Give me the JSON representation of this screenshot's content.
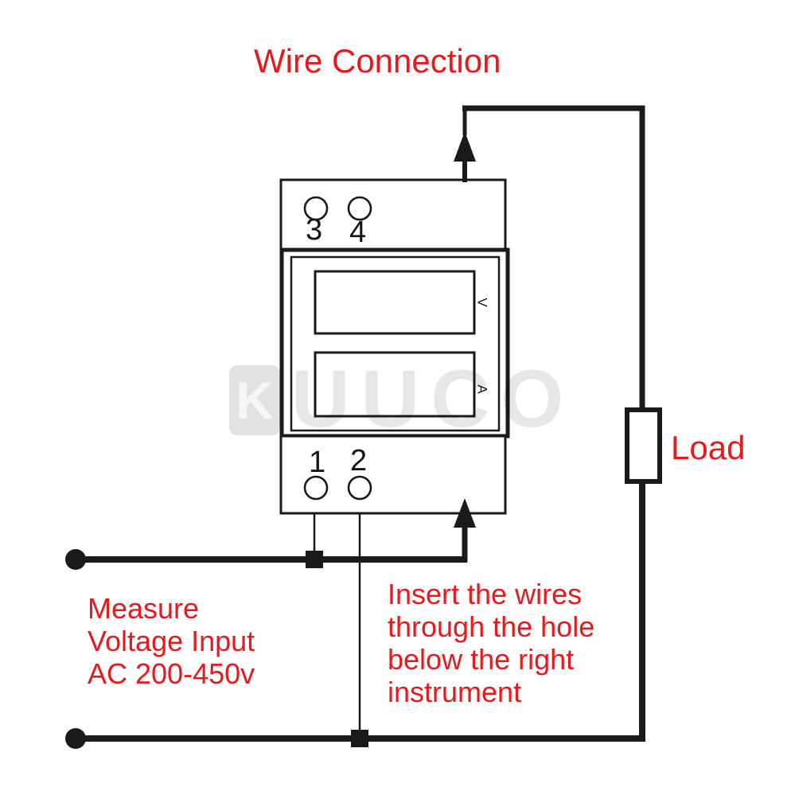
{
  "title": "Wire Connection",
  "watermark": {
    "k_letter": "K",
    "text": "UUCO"
  },
  "device": {
    "top_terminals": [
      {
        "label": "3"
      },
      {
        "label": "4"
      }
    ],
    "bottom_terminals": [
      {
        "label": "1"
      },
      {
        "label": "2"
      }
    ],
    "voltage_unit": "V",
    "current_unit": "A"
  },
  "load_label": "Load",
  "notes": {
    "measure_lines": [
      "Measure",
      "Voltage Input",
      "AC 200-450v"
    ],
    "insert_lines": [
      "Insert the wires",
      "through the hole",
      "below the right",
      "instrument"
    ]
  },
  "colors": {
    "annotation": "#e8191c",
    "line": "#1a1a1a",
    "watermark": "#e7e7e7"
  }
}
